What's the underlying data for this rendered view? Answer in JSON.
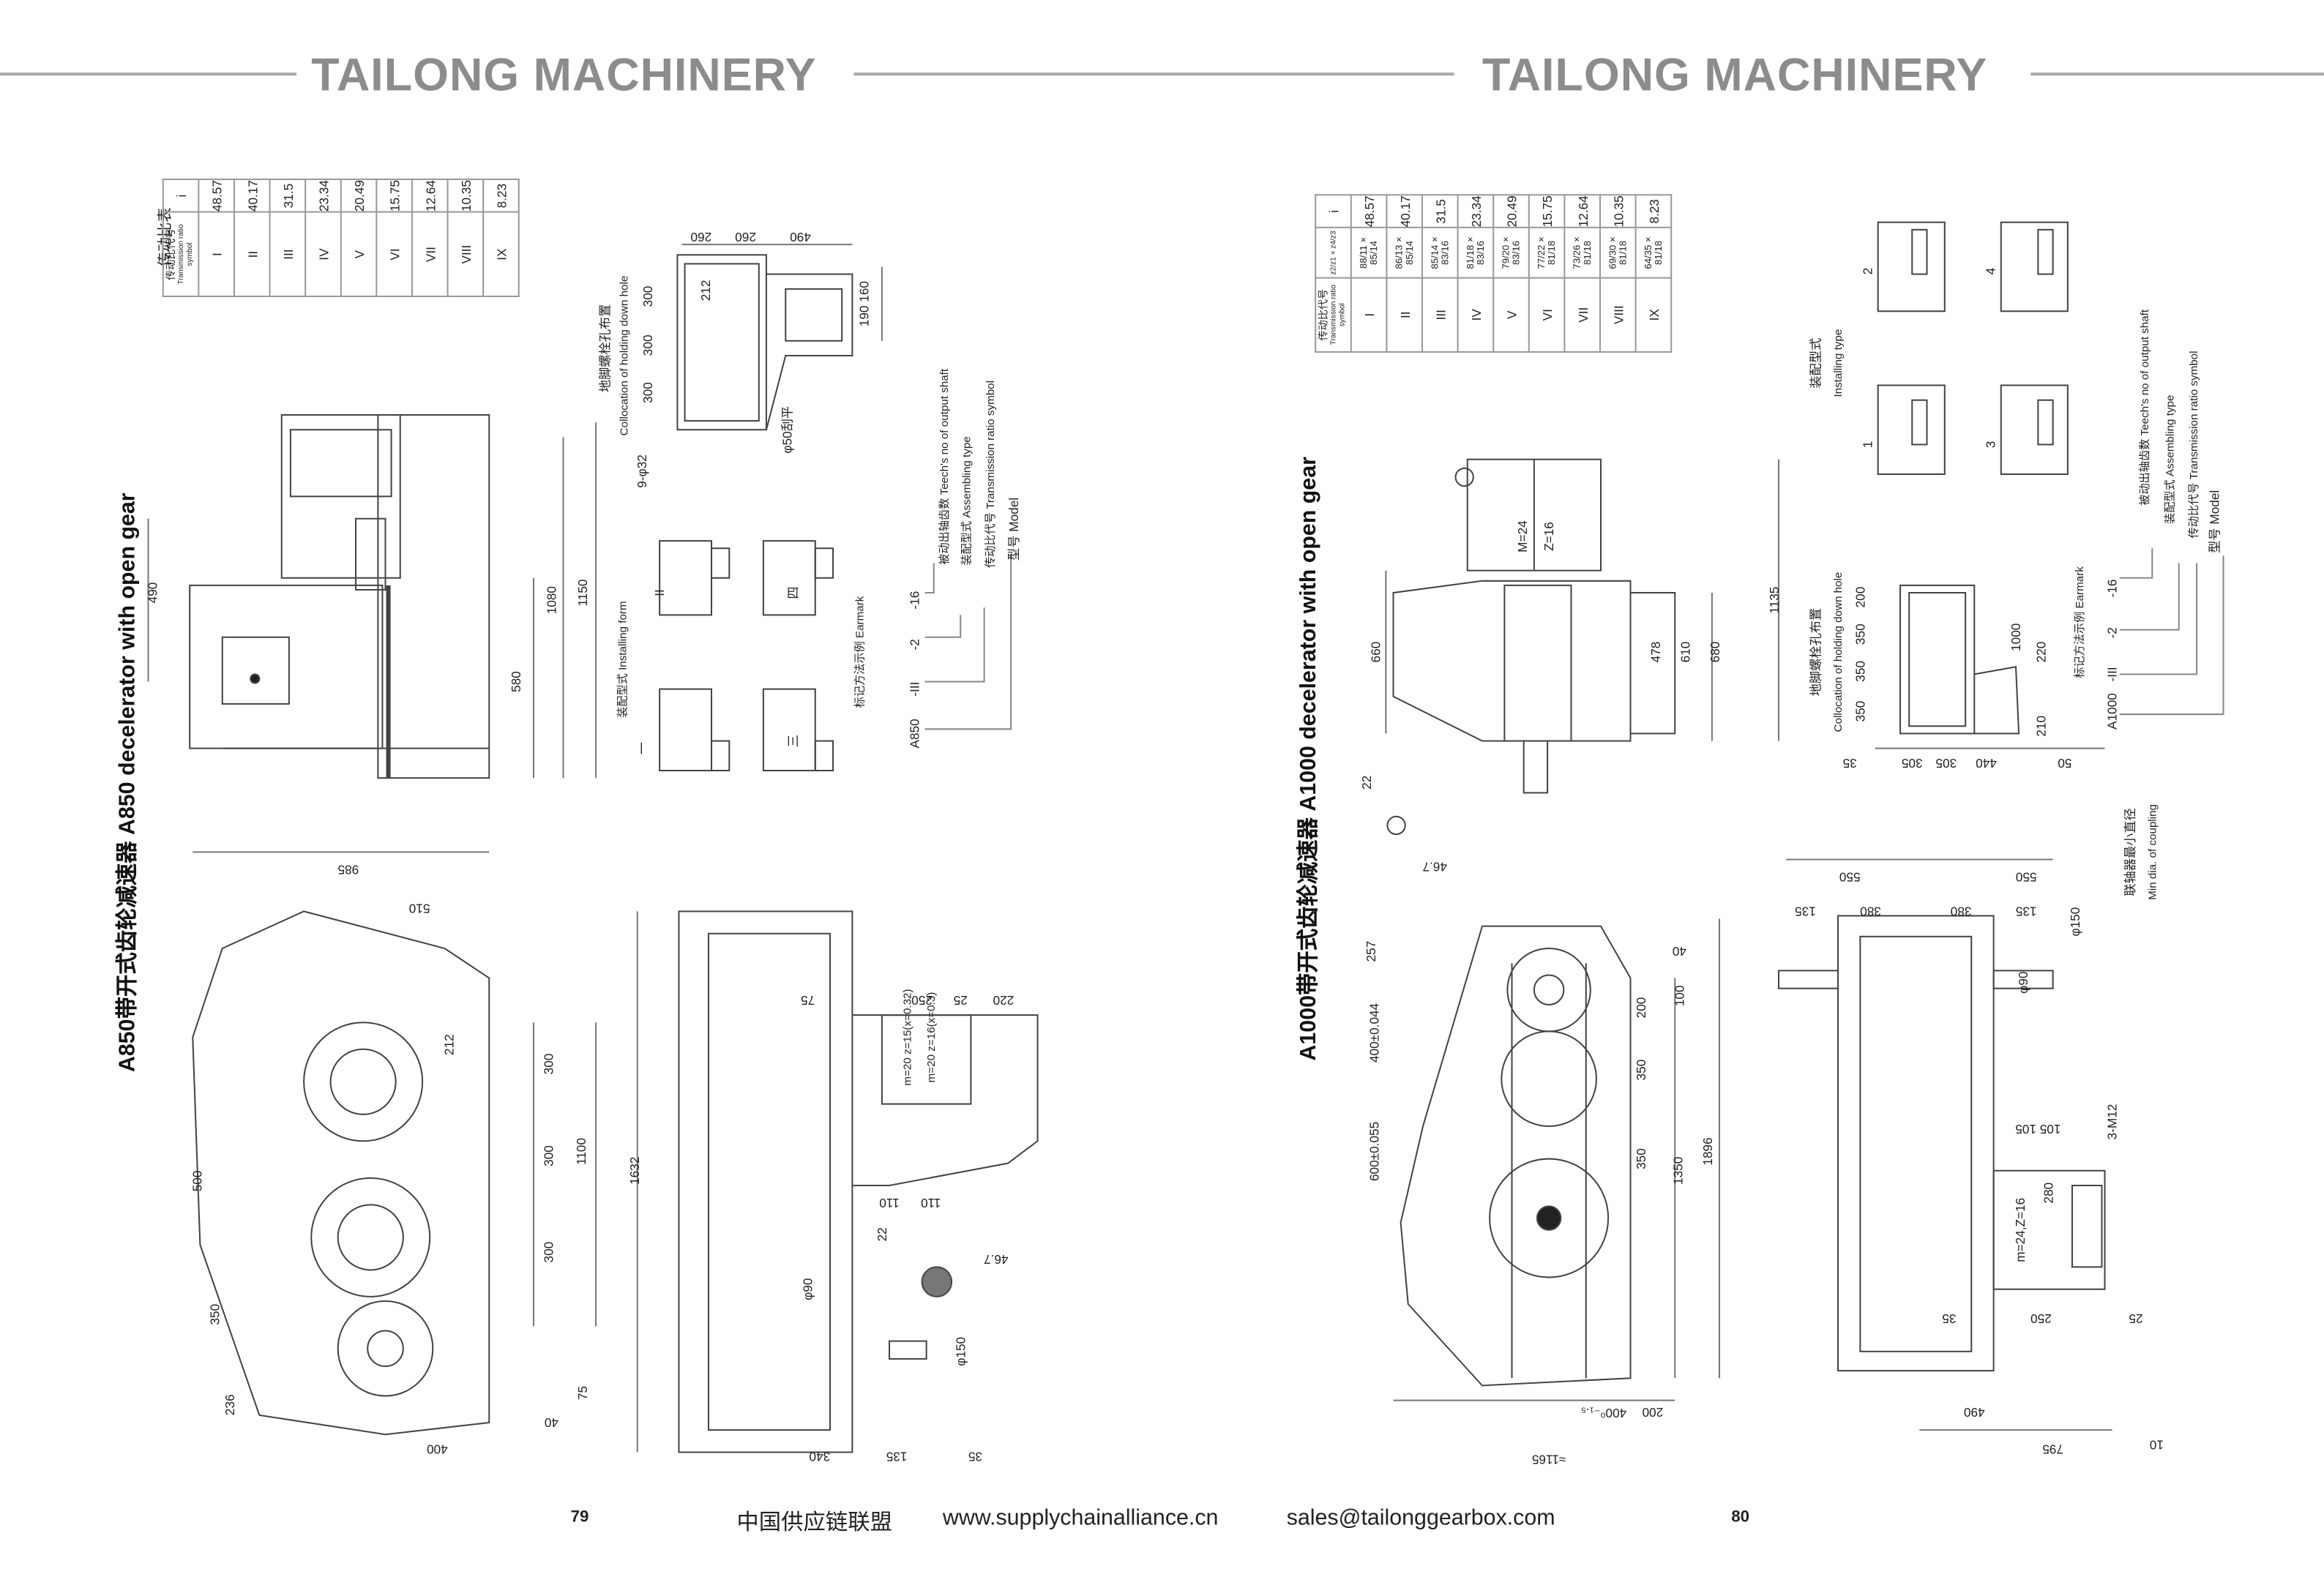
{
  "header": {
    "left_brand": "TAILONG MACHINERY",
    "right_brand": "TAILONG MACHINERY"
  },
  "left_page": {
    "title": "A850带开式齿轮减速器  A850 decelerator with open gear",
    "ratio_table": {
      "title": "传动比表",
      "symbol_header_cn": "传动比代号",
      "symbol_header_en": "Transmission ratio symbol",
      "i_header": "i",
      "symbols": [
        "I",
        "II",
        "III",
        "IV",
        "V",
        "VI",
        "VII",
        "VIII",
        "IX"
      ],
      "i_values": [
        "48.57",
        "40.17",
        "31.5",
        "23.34",
        "20.49",
        "15.75",
        "12.64",
        "10.35",
        "8.23"
      ]
    },
    "labels": [
      "260",
      "260",
      "490",
      "212",
      "300",
      "300",
      "300",
      "190 160",
      "9-φ32",
      "φ50刮平",
      "490",
      "580",
      "1080",
      "1150",
      "985",
      "510",
      "212",
      "300",
      "1100",
      "300",
      "300",
      "500",
      "350",
      "236",
      "75",
      "40",
      "400",
      "1632",
      "75",
      "250",
      "25",
      "220",
      "m=20 z=15(x=0.32)",
      "m=20 z=16(x=0.3)",
      "110",
      "110",
      "22",
      "46.7",
      "φ90",
      "φ150",
      "340",
      "135",
      "35",
      "II",
      "四",
      "一",
      "三",
      "地脚螺栓孔布置",
      "Collocation of holding down hole",
      "装配型式  Installing form",
      "标记方法示例  Earmark",
      "A850",
      "-III",
      "-2",
      "-16",
      "被动出轴齿数 Teech's no of output shaft",
      "装配型式 Assembling type",
      "传动比代号 Transmission ratio symbol",
      "型号 Model"
    ]
  },
  "right_page": {
    "title": "A1000带开式齿轮减速器  A1000 decelerator with open gear",
    "ratio_table": {
      "symbol_header_cn": "传动比代号",
      "symbol_header_en": "Transmission ratio symbol",
      "gear_header": "z2/z1 × z4/z3",
      "i_header": "i",
      "symbols": [
        "I",
        "II",
        "III",
        "IV",
        "V",
        "VI",
        "VII",
        "VIII",
        "IX"
      ],
      "gears": [
        "88/11 × 85/14",
        "86/13 × 85/14",
        "85/14 × 83/16",
        "81/18 × 83/16",
        "79/20 × 83/16",
        "77/22 × 81/18",
        "73/26 × 81/18",
        "69/30 × 81/18",
        "64/35 × 81/18"
      ],
      "i_values": [
        "48.57",
        "40.17",
        "31.5",
        "23.34",
        "20.49",
        "15.75",
        "12.64",
        "10.35",
        "8.23"
      ]
    },
    "labels": [
      "660",
      "M=24",
      "Z=16",
      "478",
      "610",
      "680",
      "1135",
      "22",
      "46.7",
      "550",
      "550",
      "135",
      "380",
      "380",
      "135",
      "φ150",
      "φ90",
      "联轴器最小直径",
      "Min dia. of coupling",
      "257",
      "400±0.044",
      "600±0.055",
      "40",
      "200",
      "100",
      "350",
      "350",
      "1350",
      "1896",
      "105 105",
      "3-M12",
      "m=24,Z=16",
      "280",
      "35",
      "250",
      "25",
      "200",
      "400⁰₋₁.₅",
      "≈1165",
      "490",
      "795",
      "10",
      "地脚螺栓孔布置",
      "Collocation of holding down hole",
      "200",
      "350",
      "350",
      "350",
      "1000",
      "220",
      "210",
      "35",
      "305",
      "305",
      "440",
      "50",
      "装配型式",
      "Installing type",
      "2",
      "4",
      "1",
      "3",
      "标记方法示例  Earmark",
      "A1000",
      "-III",
      "-2",
      "-16",
      "被动出轴齿数  Teech's no of output shaft",
      "装配型式  Assembling type",
      "传动比代号 Transmission ratio symbol",
      "型号 Model"
    ]
  },
  "footer": {
    "left_page_number": "79",
    "right_page_number": "80",
    "org": "中国供应链联盟",
    "website": "www.supplychainalliance.cn",
    "email": "sales@tailonggearbox.com"
  }
}
